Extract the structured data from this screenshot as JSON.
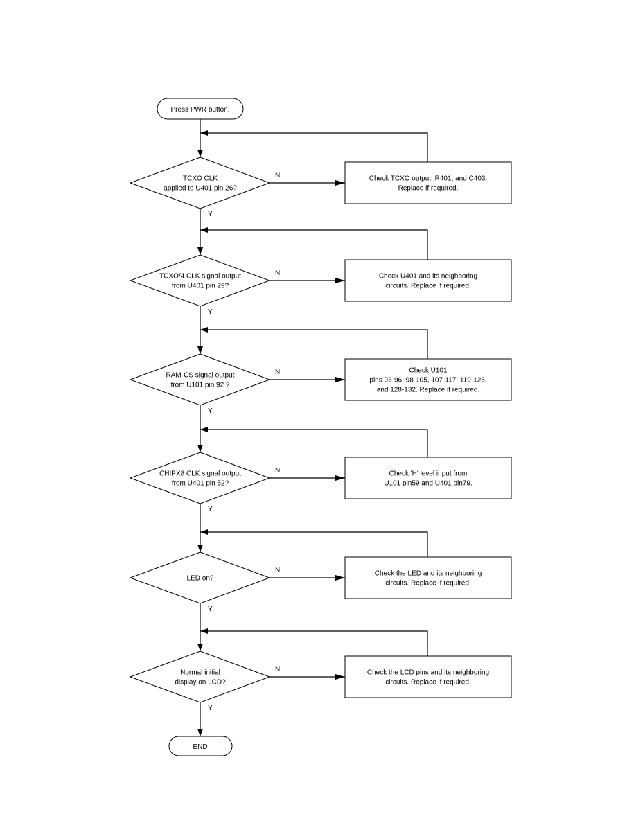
{
  "flowchart": {
    "start": "Press PWR button.",
    "end": "END",
    "yes_label": "Y",
    "no_label": "N",
    "steps": [
      {
        "question": [
          "TCXO CLK",
          "applied to U401 pin 26?"
        ],
        "action": [
          "Check TCXO output, R401, and C403.",
          "Replace if required."
        ]
      },
      {
        "question": [
          "TCXO/4 CLK signal output",
          "from U401 pin 29?"
        ],
        "action": [
          "Check U401 and its neighboring",
          "circuits. Replace if required."
        ]
      },
      {
        "question": [
          "RAM-CS signal output",
          "from U101 pin 92 ?"
        ],
        "action": [
          "Check  U101",
          "pins 93-96, 98-105, 107-117, 119-126,",
          "and 128-132. Replace if required."
        ]
      },
      {
        "question": [
          "CHIPX8 CLK signal output",
          "from U401 pin 52?"
        ],
        "action": [
          "Check 'H' level input from",
          "U101 pin59 and U401 pin79."
        ]
      },
      {
        "question": [
          "LED on?"
        ],
        "action": [
          "Check the LED and its neighboring",
          "circuits. Replace if required."
        ]
      },
      {
        "question": [
          "Normal initial",
          "display on LCD?"
        ],
        "action": [
          "Check the LCD pins and its neighboring",
          "circuits. Replace if required."
        ]
      }
    ]
  }
}
